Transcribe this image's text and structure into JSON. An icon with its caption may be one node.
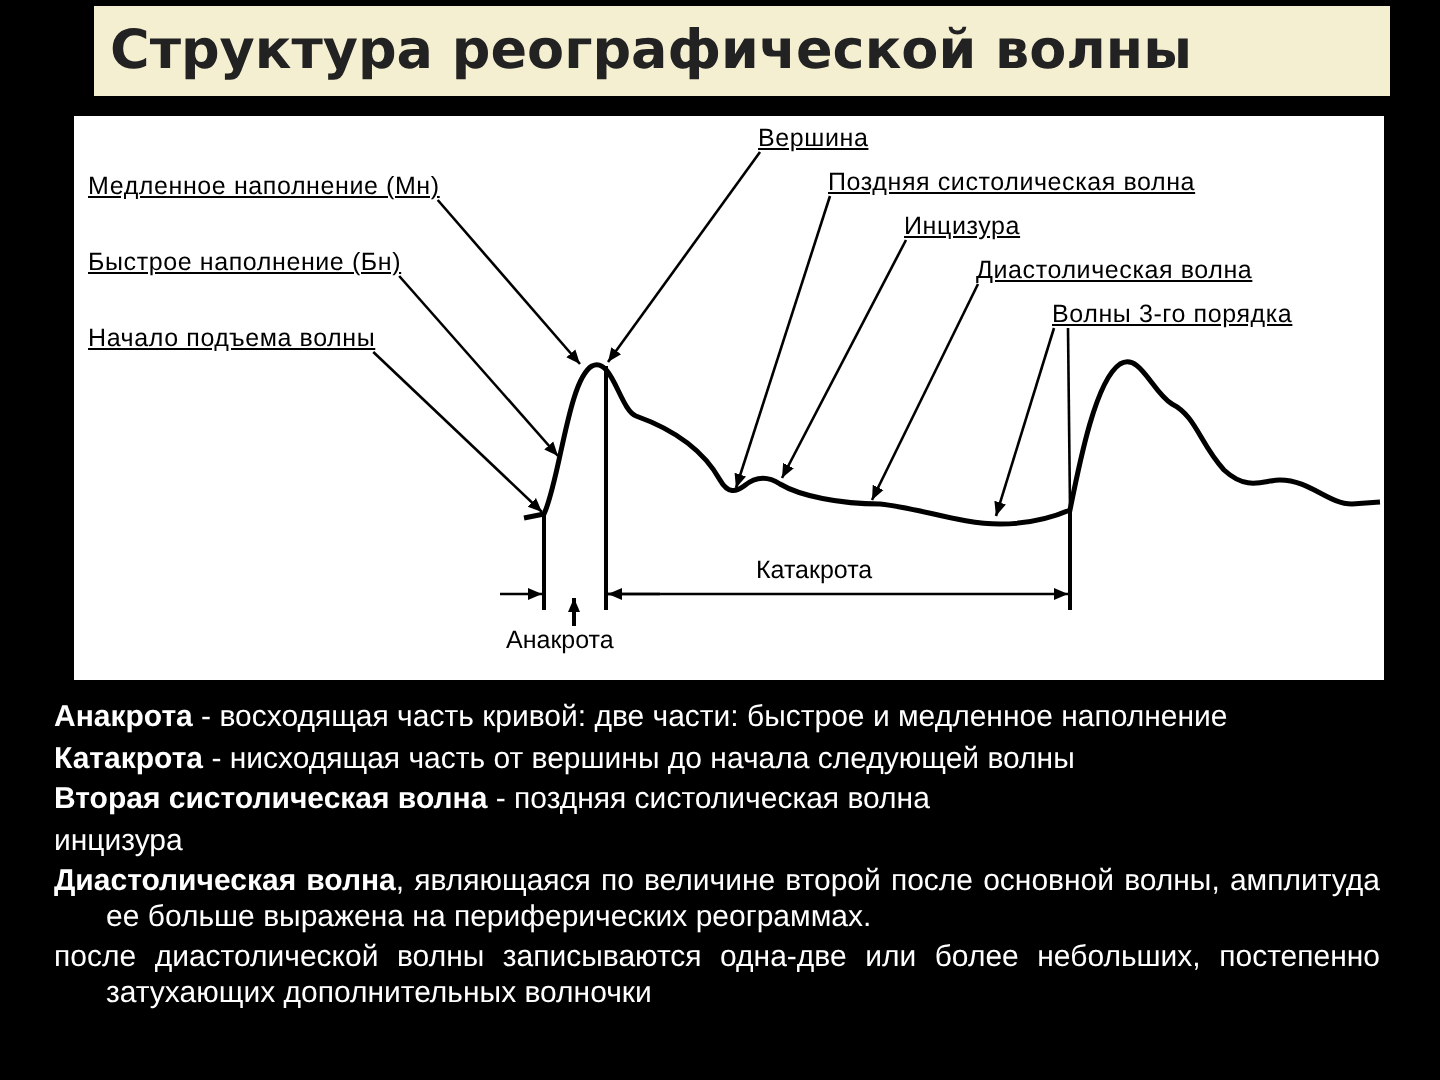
{
  "diagram": {
    "title": "Структура реографической волны",
    "nodes": [
      {
        "text": [
          "Медленное наполнение (Мн)"
        ]
      },
      {
        "text": [
          "Быстрое наполнение (Бн)"
        ]
      },
      {
        "text": [
          "Начало подъема волны"
        ]
      },
      {
        "text": [
          "Вершина"
        ]
      },
      {
        "text": [
          "Поздняя систолическая волна"
        ]
      },
      {
        "text": [
          "Инцизура"
        ]
      },
      {
        "text": [
          "Диастолическая волна"
        ]
      },
      {
        "text": [
          "Волны 3-го порядка"
        ]
      },
      {
        "text": [],
        "shape": "curve"
      }
    ],
    "edges": [
      {
        "from": 0,
        "to": 8,
        "arrow": "to"
      },
      {
        "from": 1,
        "to": 8,
        "arrow": "to"
      },
      {
        "from": 2,
        "to": 8,
        "arrow": "to"
      },
      {
        "from": 3,
        "to": 8,
        "arrow": "to"
      },
      {
        "from": 4,
        "to": 8,
        "arrow": "to"
      },
      {
        "from": 5,
        "to": 8,
        "arrow": "to"
      },
      {
        "from": 6,
        "to": 8,
        "arrow": "to"
      },
      {
        "from": 7,
        "to": 8,
        "arrow": "to"
      },
      {
        "from": 7,
        "to": 8,
        "arrow": "none"
      }
    ],
    "labels": [
      "Катакрота",
      "Анакрота",
      "**Анакрота** - восходящая часть кривой: две части: быстрое и медленное наполнение",
      "**Катакрота** - нисходящая часть от вершины до начала следующей волны",
      "**Вторая систолическая волна** - поздняя систолическая волна",
      "инцизура",
      "**Диастолическая волна**, являющаяся по величине второй после основной волны, амплитуда ее больше выражена на периферических реограммах.",
      "после диастолической волны записываются одна-две или более небольших, постепенно затухающих дополнительных волночки"
    ]
  }
}
